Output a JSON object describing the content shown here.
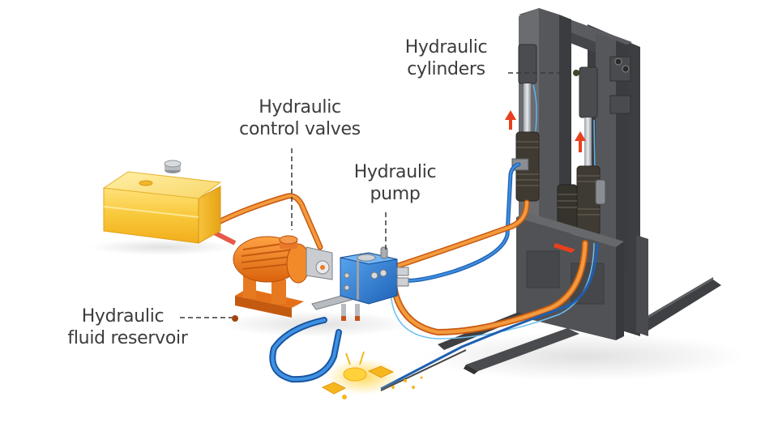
{
  "diagram": {
    "type": "technical-illustration",
    "subject": "Forklift hydraulic system",
    "background": "#ffffff",
    "colors": {
      "label_text": "#3c3c3c",
      "leader_line": "#3a3a3a",
      "pressure_hose": "#f07a1e",
      "return_hose": "#2a72c8",
      "reservoir": "#f7c53a",
      "motor": "#f07f1f",
      "pump_block": "#2f7fd6",
      "mast": "#4a4b4e",
      "lift_arrow": "#e8401c",
      "leak_spill": "#f6b61e"
    },
    "labels": [
      {
        "id": "cylinders",
        "line1": "Hydraulic",
        "line2": "cylinders",
        "target": "hydraulic cylinders on forklift mast"
      },
      {
        "id": "control-valves",
        "line1": "Hydraulic",
        "line2": "control valves",
        "target": "valve on top of motor assembly"
      },
      {
        "id": "pump",
        "line1": "Hydraulic",
        "line2": "pump",
        "target": "blue pump block"
      },
      {
        "id": "reservoir",
        "line1": "Hydraulic",
        "line2": "fluid reservoir",
        "target": "motor base (leader line)"
      }
    ],
    "components": [
      "fluid reservoir tank",
      "electric motor",
      "control valve",
      "hydraulic pump",
      "pressure hose (orange)",
      "return hose (blue)",
      "forklift mast",
      "hydraulic cylinders",
      "carriage",
      "forks",
      "leak spill"
    ],
    "annotations": {
      "lift_arrows": 2,
      "arrow_direction": "up"
    }
  }
}
